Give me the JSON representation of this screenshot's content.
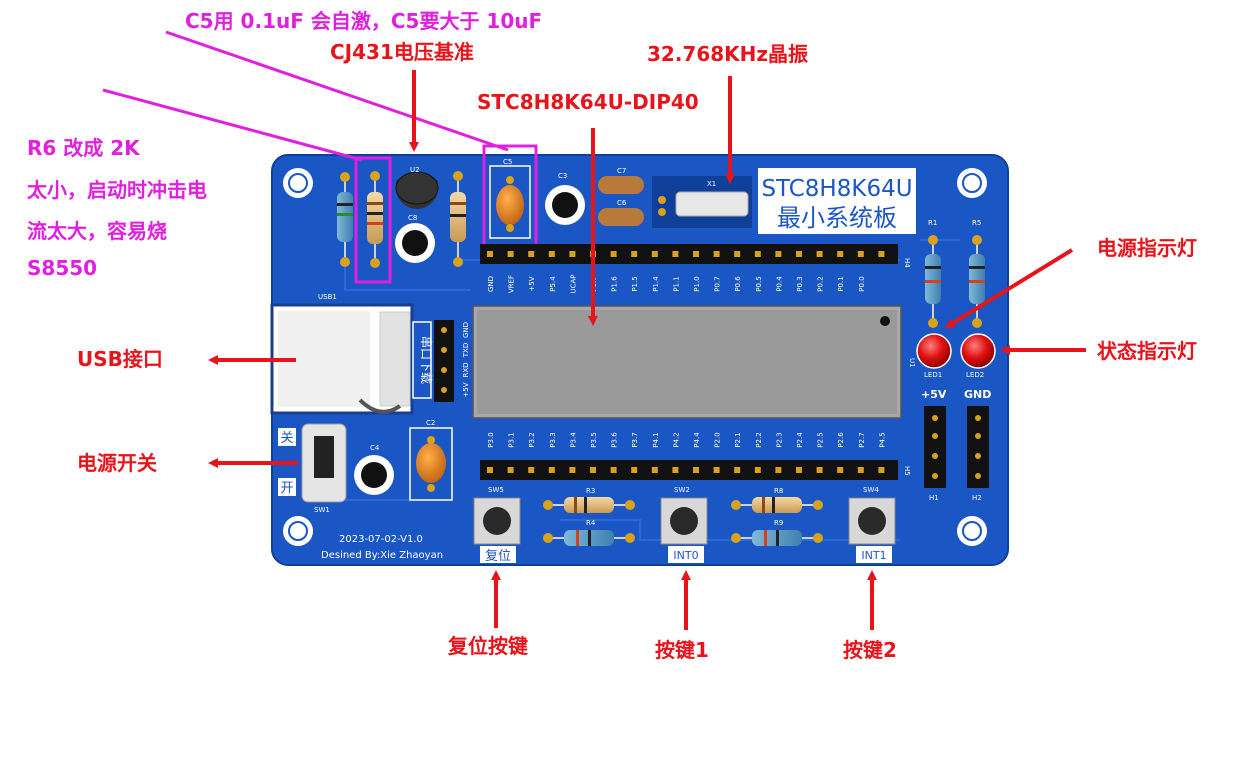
{
  "colors": {
    "board": "#1a56c4",
    "board_edge": "#0e3f99",
    "callout_red": "#e8141b",
    "callout_magenta": "#e020e0",
    "header_pin": "#d9a21b"
  },
  "annotations": {
    "c5_note": "C5用 0.1uF 会自激，C5要大于 10uF",
    "cj431": "CJ431电压基准",
    "crystal": "32.768KHz晶振",
    "mcu": "STC8H8K64U-DIP40",
    "r6_note": [
      "R6 改成 2K",
      "太小，启动时冲击电",
      "流太大，容易烧",
      "S8550"
    ],
    "power_led": "电源指示灯",
    "status_led": "状态指示灯",
    "usb": "USB接口",
    "power_switch": "电源开关",
    "reset_key": "复位按键",
    "key1": "按键1",
    "key2": "按键2"
  },
  "board": {
    "title_line1": "STC8H8K64U",
    "title_line2": "最小系统板",
    "date": "2023-07-02-V1.0",
    "designer": "Desined By:Xie  Zhaoyan",
    "silk": {
      "usb1": "USB1",
      "u2": "U2",
      "c8": "C8",
      "c5": "C5",
      "c3": "C3",
      "c7": "C7",
      "c6": "C6",
      "x1": "X1",
      "r1": "R1",
      "r5": "R5",
      "led1": "LED1",
      "led2": "LED2",
      "u1": "U1",
      "h4": "H4",
      "h5": "H5",
      "h1": "H1",
      "h2": "H2",
      "plus5v": "+5V",
      "gnd": "GND",
      "c2": "C2",
      "c4": "C4",
      "sw1": "SW1",
      "sw5": "SW5",
      "sw2": "SW2",
      "sw4": "SW4",
      "r3": "R3",
      "r4": "R4",
      "r8": "R8",
      "r9": "R9",
      "serial_download": "串口下载",
      "off": "关",
      "on": "开",
      "reset": "复位",
      "int0": "INT0",
      "int1": "INT1"
    },
    "serial_pins": [
      "+5V",
      "RXD",
      "TXD",
      "GND"
    ],
    "top_header_pins": [
      "GND",
      "VREF",
      "+5V",
      "P5.4",
      "UCAP",
      "P1.7",
      "P1.6",
      "P1.5",
      "P1.4",
      "P1.1",
      "P1.0",
      "P0.7",
      "P0.6",
      "P0.5",
      "P0.4",
      "P0.3",
      "P0.2",
      "P0.1",
      "P0.0"
    ],
    "bottom_header_pins": [
      "P3.0",
      "P3.1",
      "P3.2",
      "P3.3",
      "P3.4",
      "P3.5",
      "P3.6",
      "P3.7",
      "P4.1",
      "P4.2",
      "P4.4",
      "P2.0",
      "P2.1",
      "P2.2",
      "P2.3",
      "P2.4",
      "P2.5",
      "P2.6",
      "P2.7",
      "P4.5"
    ]
  }
}
